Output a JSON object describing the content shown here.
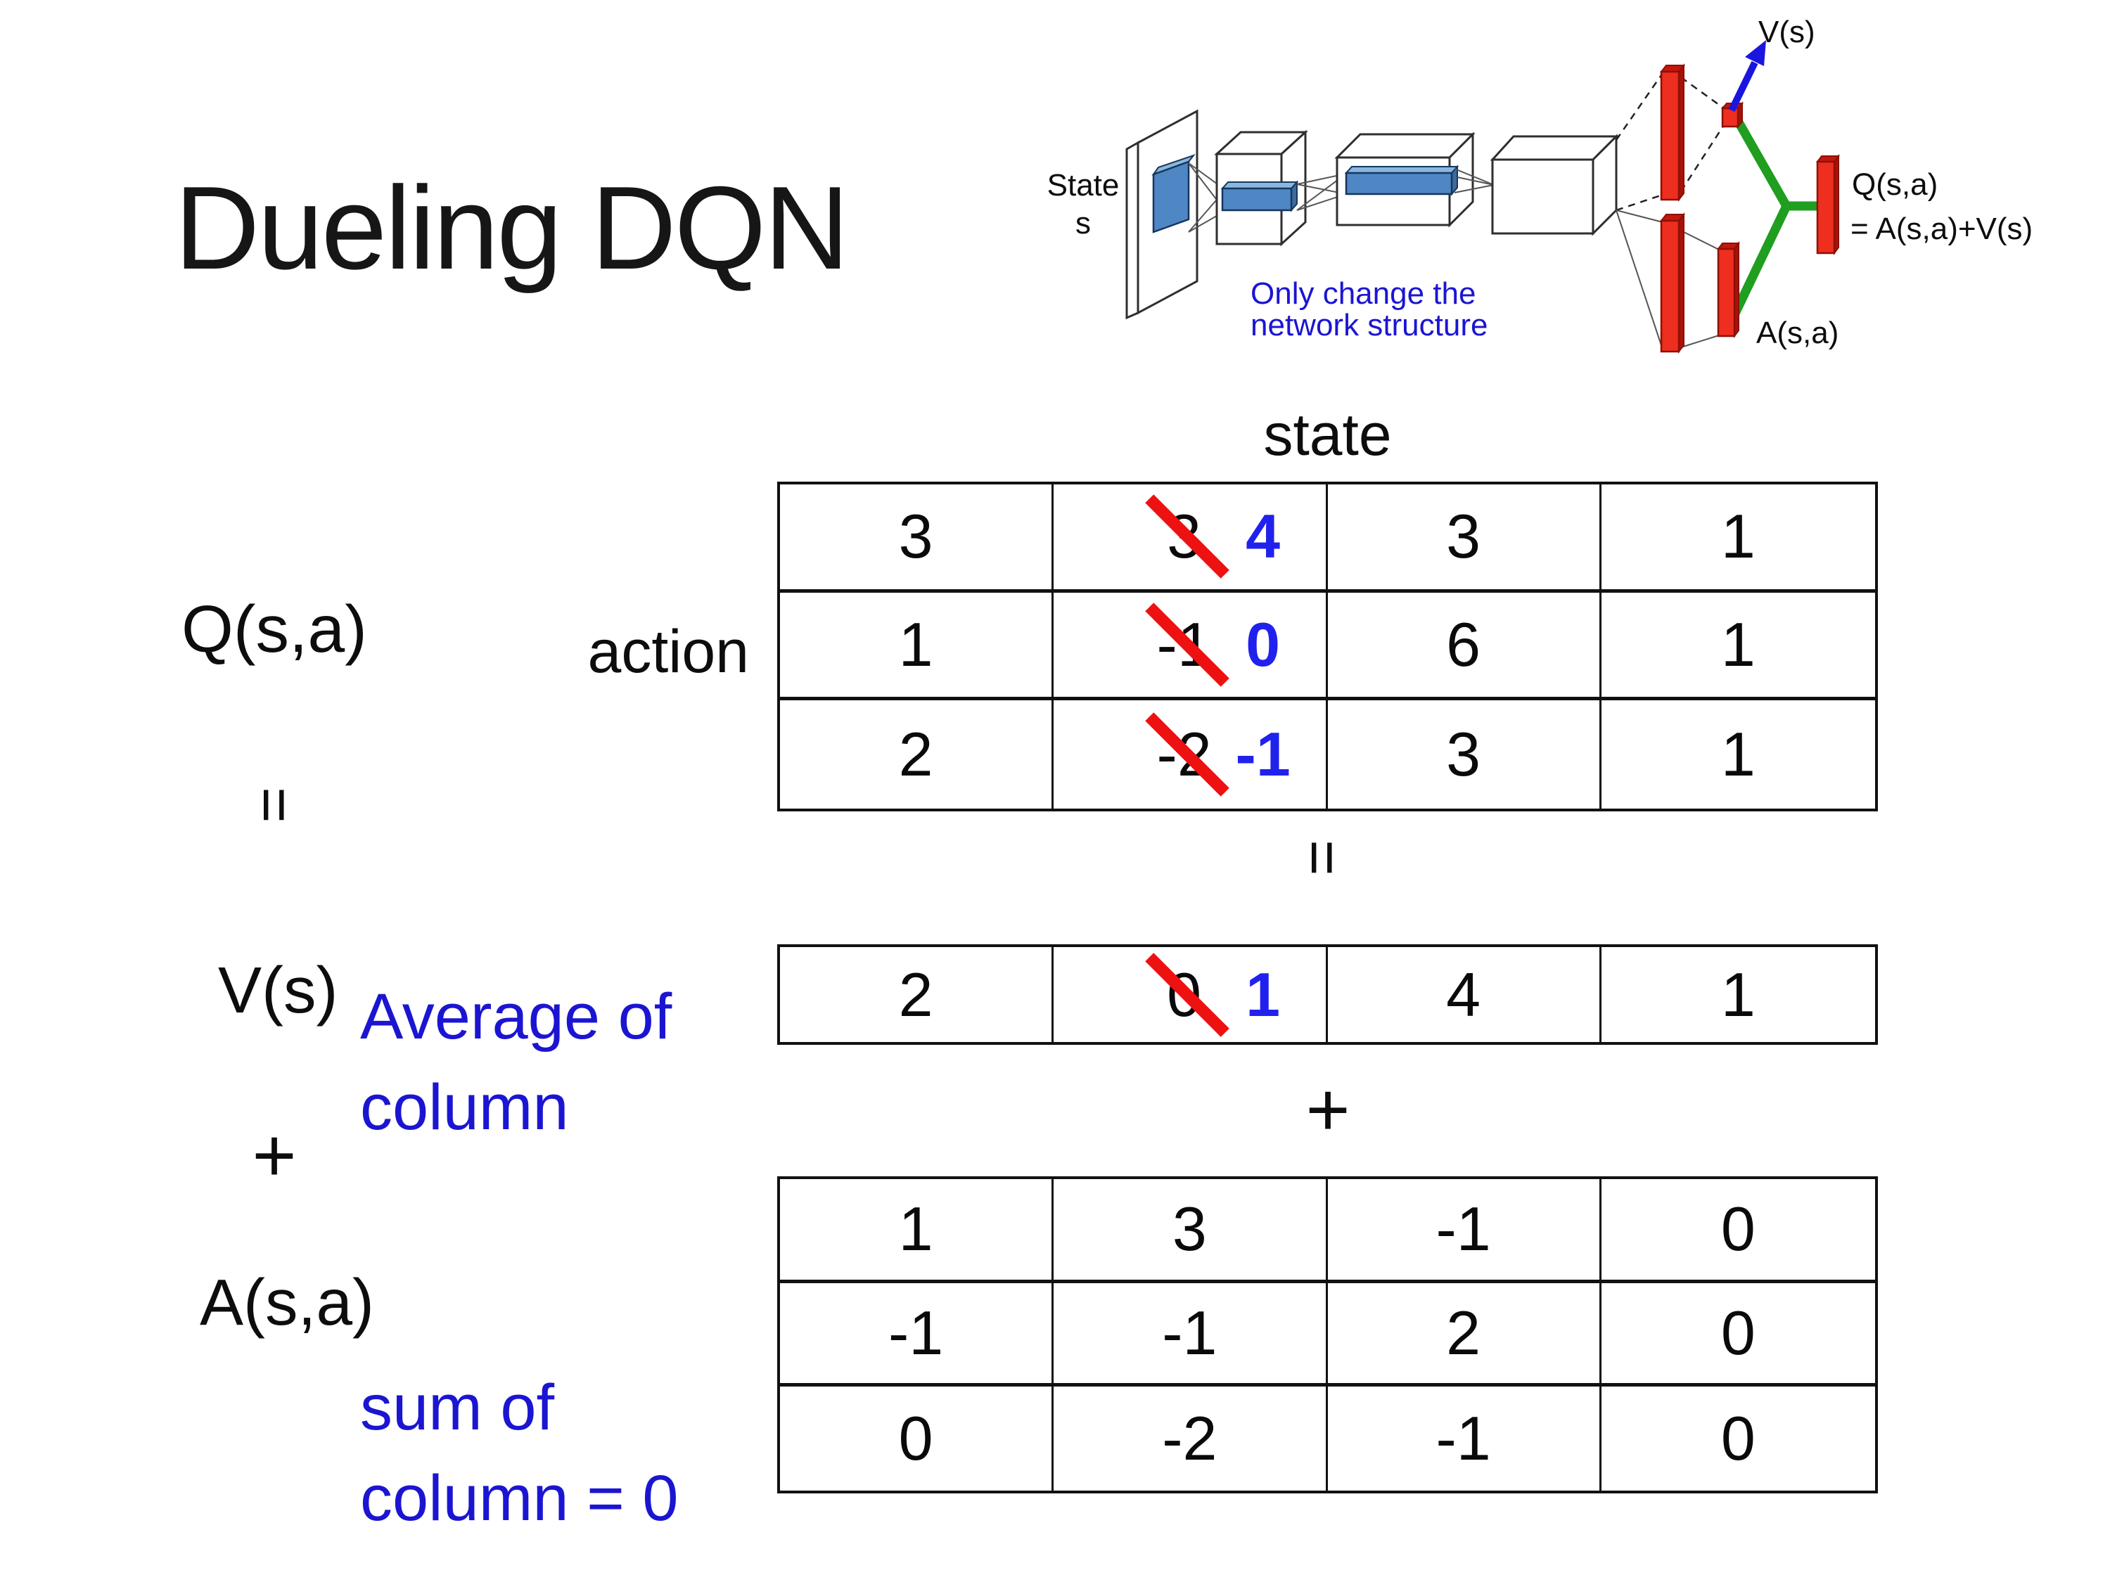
{
  "page": {
    "background": "#ffffff"
  },
  "title": "Dueling DQN",
  "colors": {
    "annotation_blue": "#1b15d2",
    "new_value_blue": "#2121ee",
    "strike_red": "#ee1111",
    "fc_bar_red": "#ee2e1e",
    "merge_green": "#1f9e1f",
    "conv_feature_blue": "#5b9bd5"
  },
  "network_diagram": {
    "state_label": [
      "State",
      "s"
    ],
    "note": [
      "Only change the",
      "network structure"
    ],
    "v_output_label": "V(s)",
    "q_output_label": [
      "Q(s,a)",
      "= A(s,a)+V(s)"
    ],
    "a_output_label": "A(s,a)"
  },
  "equation_labels": {
    "q": "Q(s,a)",
    "equals": "=",
    "v": "V(s)",
    "plus": "+",
    "a": "A(s,a)",
    "avg_note": [
      "Average of",
      "column"
    ],
    "sum_note": [
      "sum of",
      "column = 0"
    ]
  },
  "matrix_section": {
    "state_header": "state",
    "action_label": "action",
    "equals_mid": "=",
    "plus_mid": "+"
  },
  "tables": {
    "q": {
      "rows": [
        [
          {
            "value": "3"
          },
          {
            "old": "3",
            "new": "4"
          },
          {
            "value": "3"
          },
          {
            "value": "1"
          }
        ],
        [
          {
            "value": "1"
          },
          {
            "old": "-1",
            "new": "0"
          },
          {
            "value": "6"
          },
          {
            "value": "1"
          }
        ],
        [
          {
            "value": "2"
          },
          {
            "old": "-2",
            "new": "-1"
          },
          {
            "value": "3"
          },
          {
            "value": "1"
          }
        ]
      ]
    },
    "v": {
      "rows": [
        [
          {
            "value": "2"
          },
          {
            "old": "0",
            "new": "1"
          },
          {
            "value": "4"
          },
          {
            "value": "1"
          }
        ]
      ]
    },
    "a": {
      "rows": [
        [
          {
            "value": "1"
          },
          {
            "value": "3"
          },
          {
            "value": "-1"
          },
          {
            "value": "0"
          }
        ],
        [
          {
            "value": "-1"
          },
          {
            "value": "-1"
          },
          {
            "value": "2"
          },
          {
            "value": "0"
          }
        ],
        [
          {
            "value": "0"
          },
          {
            "value": "-2"
          },
          {
            "value": "-1"
          },
          {
            "value": "0"
          }
        ]
      ]
    }
  }
}
